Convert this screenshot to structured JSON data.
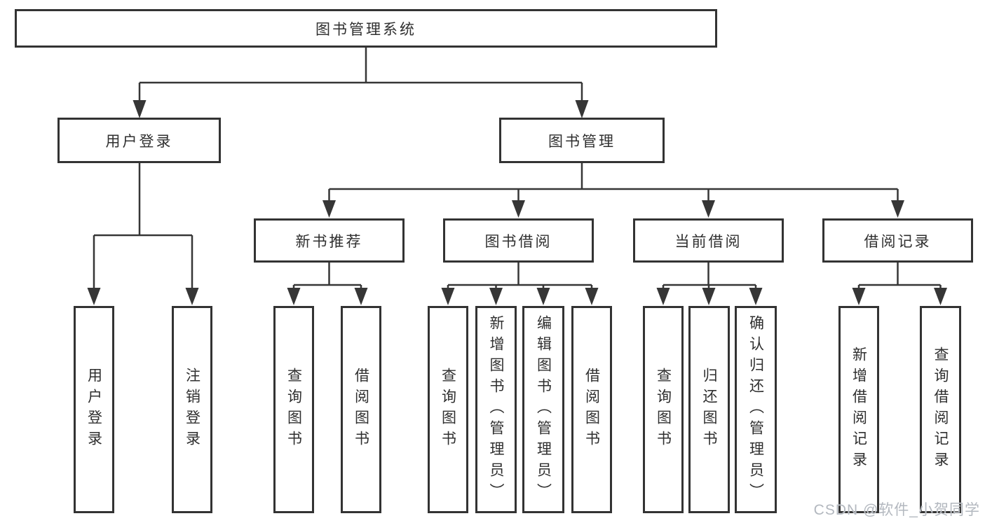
{
  "diagram": {
    "type": "tree",
    "title": "图书管理系统",
    "colors": {
      "background": "#ffffff",
      "box_border": "#333333",
      "line": "#363636",
      "text": "#2f2f2f",
      "watermark": "#b3b8bf"
    }
  },
  "tree": {
    "label": "图书管理系统",
    "children": [
      {
        "label": "用户登录",
        "children": [
          {
            "label": "用户登录"
          },
          {
            "label": "注销登录"
          }
        ]
      },
      {
        "label": "图书管理",
        "children": [
          {
            "label": "新书推荐",
            "children": [
              {
                "label": "查询图书"
              },
              {
                "label": "借阅图书"
              }
            ]
          },
          {
            "label": "图书借阅",
            "children": [
              {
                "label": "查询图书"
              },
              {
                "label": "新增图书（管理员）"
              },
              {
                "label": "编辑图书（管理员）"
              },
              {
                "label": "借阅图书"
              }
            ]
          },
          {
            "label": "当前借阅",
            "children": [
              {
                "label": "查询图书"
              },
              {
                "label": "归还图书"
              },
              {
                "label": "确认归还（管理员）"
              }
            ]
          },
          {
            "label": "借阅记录",
            "children": [
              {
                "label": "新增借阅记录"
              },
              {
                "label": "查询借阅记录"
              }
            ]
          }
        ]
      }
    ]
  },
  "watermark": {
    "text": "CSDN @软件_小贺同学"
  }
}
